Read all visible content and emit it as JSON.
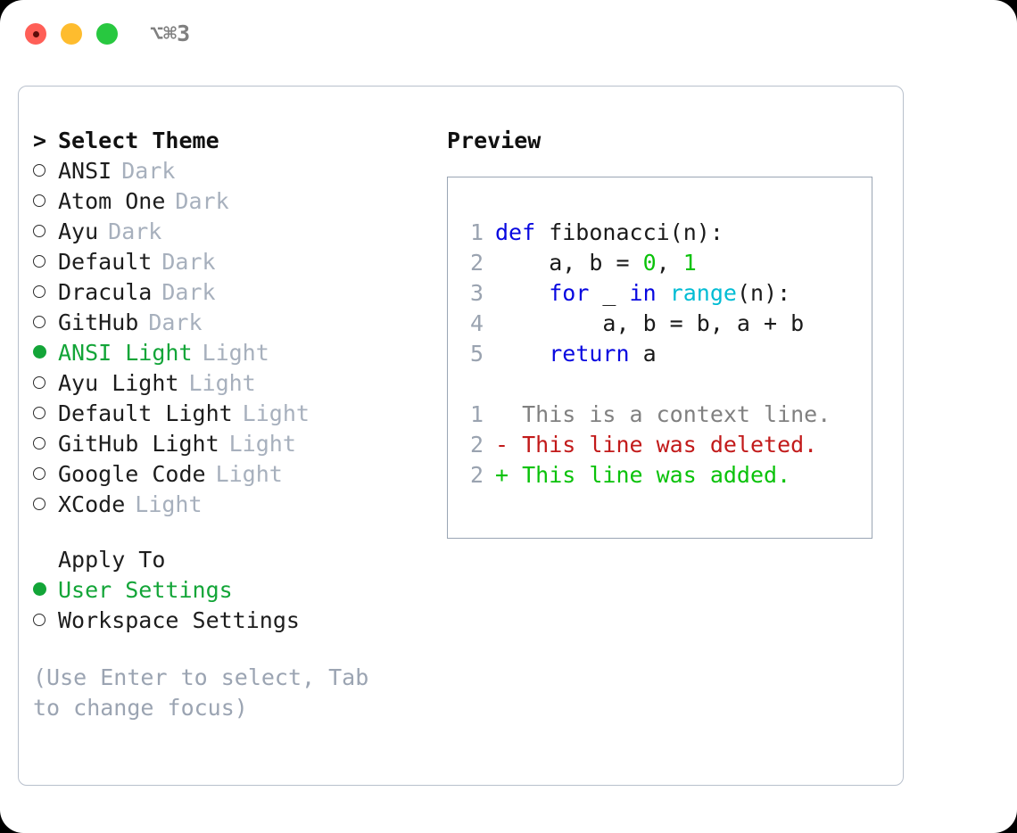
{
  "window": {
    "shortcut_label": "⌥⌘3",
    "traffic_lights": [
      "close-button",
      "minimize-button",
      "maximize-button"
    ]
  },
  "theme_panel": {
    "header_marker": ">",
    "header_label": "Select Theme",
    "radio_selected_glyph": "●",
    "radio_unselected_glyph": "○",
    "items": [
      {
        "label": "ANSI",
        "tag": "Dark",
        "selected": false
      },
      {
        "label": "Atom One",
        "tag": "Dark",
        "selected": false
      },
      {
        "label": "Ayu",
        "tag": "Dark",
        "selected": false
      },
      {
        "label": "Default",
        "tag": "Dark",
        "selected": false
      },
      {
        "label": "Dracula",
        "tag": "Dark",
        "selected": false
      },
      {
        "label": "GitHub",
        "tag": "Dark",
        "selected": false
      },
      {
        "label": "ANSI Light",
        "tag": "Light",
        "selected": true
      },
      {
        "label": "Ayu Light",
        "tag": "Light",
        "selected": false
      },
      {
        "label": "Default Light",
        "tag": "Light",
        "selected": false
      },
      {
        "label": "GitHub Light",
        "tag": "Light",
        "selected": false
      },
      {
        "label": "Google Code",
        "tag": "Light",
        "selected": false
      },
      {
        "label": "XCode",
        "tag": "Light",
        "selected": false
      }
    ],
    "apply_to": {
      "title": "Apply To",
      "items": [
        {
          "label": "User Settings",
          "selected": true
        },
        {
          "label": "Workspace Settings",
          "selected": false
        }
      ]
    },
    "hint": "(Use Enter to select, Tab to change focus)"
  },
  "preview": {
    "title": "Preview",
    "code_lines": [
      {
        "no": "1",
        "tokens": [
          {
            "t": "def",
            "c": "kw"
          },
          {
            "t": " fibonacci(n):",
            "c": "plain"
          }
        ]
      },
      {
        "no": "2",
        "tokens": [
          {
            "t": "    a, b = ",
            "c": "plain"
          },
          {
            "t": "0",
            "c": "num"
          },
          {
            "t": ", ",
            "c": "plain"
          },
          {
            "t": "1",
            "c": "num"
          }
        ]
      },
      {
        "no": "3",
        "tokens": [
          {
            "t": "    ",
            "c": "plain"
          },
          {
            "t": "for",
            "c": "kw"
          },
          {
            "t": " _ ",
            "c": "plain"
          },
          {
            "t": "in",
            "c": "kw"
          },
          {
            "t": " ",
            "c": "plain"
          },
          {
            "t": "range",
            "c": "fn"
          },
          {
            "t": "(n):",
            "c": "plain"
          }
        ]
      },
      {
        "no": "4",
        "tokens": [
          {
            "t": "        a, b = b, a + b",
            "c": "plain"
          }
        ]
      },
      {
        "no": "5",
        "tokens": [
          {
            "t": "    ",
            "c": "plain"
          },
          {
            "t": "return",
            "c": "kw"
          },
          {
            "t": " a",
            "c": "plain"
          }
        ]
      }
    ],
    "diff_lines": [
      {
        "no": "1",
        "prefix": "  ",
        "text": "This is a context line.",
        "c": "ctx"
      },
      {
        "no": "2",
        "prefix": "- ",
        "text": "This line was deleted.",
        "c": "del"
      },
      {
        "no": "2",
        "prefix": "+ ",
        "text": "This line was added.",
        "c": "add"
      }
    ]
  },
  "colors": {
    "accent_green": "#13a538",
    "tag_gray": "#a7b0bd",
    "hint_gray": "#9ba4b2",
    "border_gray": "#b8c0cc",
    "preview_border": "#9aa5b4",
    "keyword_blue": "#0808e0",
    "number_green": "#0ac20a",
    "function_cyan": "#00bcd4",
    "diff_del_red": "#c21a1a",
    "diff_add_green": "#0ac20a"
  }
}
